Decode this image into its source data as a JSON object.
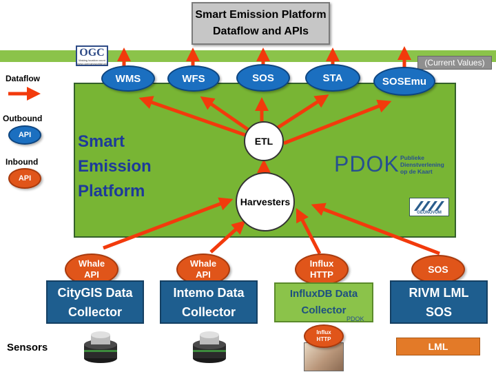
{
  "title": {
    "line1": "Smart Emission Platform",
    "line2": "Dataflow and APIs"
  },
  "current_values": "(Current Values)",
  "ogc": {
    "logo": "OGC",
    "tagline": "Making location count",
    "url": "www.opengeospatial.org"
  },
  "legend": {
    "dataflow": "Dataflow",
    "outbound": "Outbound",
    "outbound_api": "API",
    "inbound": "Inbound",
    "inbound_api": "API"
  },
  "apis": [
    {
      "label": "WMS"
    },
    {
      "label": "WFS"
    },
    {
      "label": "SOS"
    },
    {
      "label": "STA"
    },
    {
      "label": "SOSEmu"
    }
  ],
  "platform": {
    "line1": "Smart",
    "line2": "Emission",
    "line3": "Platform"
  },
  "etl": "ETL",
  "harvesters": "Harvesters",
  "pdok": {
    "logo": "PDOK",
    "sub1": "Publieke",
    "sub2": "Dienstverlening",
    "sub3": "op de Kaart"
  },
  "geonovum": "GEONOVUM",
  "inbound_apis": [
    {
      "line1": "Whale",
      "line2": "API"
    },
    {
      "line1": "Whale",
      "line2": "API"
    },
    {
      "line1": "Influx",
      "line2": "HTTP"
    },
    {
      "line1": "SOS",
      "line2": ""
    }
  ],
  "collectors": [
    {
      "line1": "CityGIS Data",
      "line2": "Collector"
    },
    {
      "line1": "Intemo Data",
      "line2": "Collector"
    },
    {
      "line1": "InfluxDB Data",
      "line2": "Collector"
    },
    {
      "line1": "RIVM LML",
      "line2": "SOS"
    }
  ],
  "pdok_mini": "PDOK",
  "influx_small": {
    "line1": "Influx",
    "line2": "HTTP"
  },
  "lml": "LML",
  "sensors": "Sensors",
  "colors": {
    "arrow": "#f23a0c",
    "outbound": "#1b6fc0",
    "inbound": "#e0551a",
    "platform": "#78b534",
    "collector": "#1e5e8f"
  }
}
